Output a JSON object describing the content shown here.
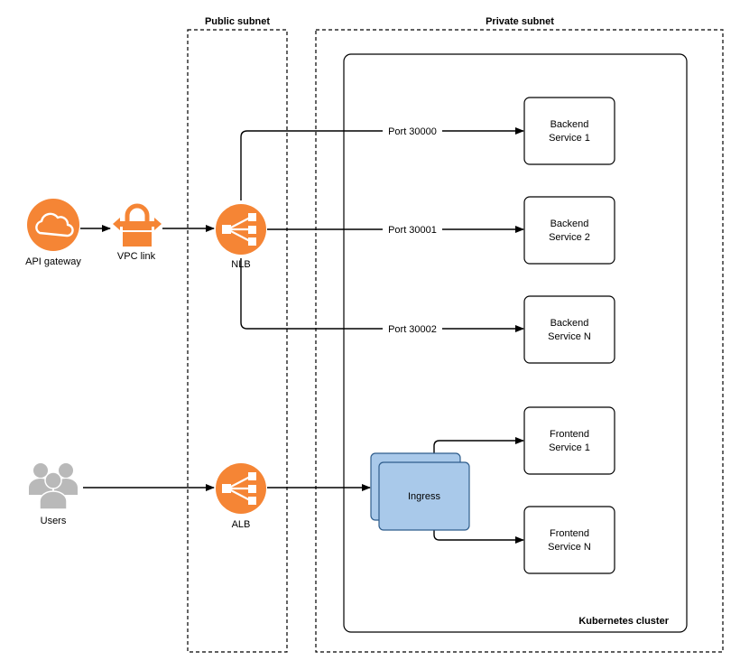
{
  "subnets": {
    "public": "Public subnet",
    "private": "Private subnet"
  },
  "cluster": {
    "label": "Kubernetes cluster"
  },
  "nodes": {
    "api_gateway": {
      "label": "API gateway",
      "icon": "cloud-icon"
    },
    "vpc_link": {
      "label": "VPC link",
      "icon": "lock-icon"
    },
    "nlb": {
      "label": "NLB",
      "icon": "load-balancer-icon"
    },
    "alb": {
      "label": "ALB",
      "icon": "load-balancer-icon"
    },
    "users": {
      "label": "Users",
      "icon": "users-icon"
    },
    "ingress": {
      "label": "Ingress"
    }
  },
  "services": {
    "backend_1": {
      "line1": "Backend",
      "line2": "Service 1"
    },
    "backend_2": {
      "line1": "Backend",
      "line2": "Service 2"
    },
    "backend_n": {
      "line1": "Backend",
      "line2": "Service N"
    },
    "frontend_1": {
      "line1": "Frontend",
      "line2": "Service 1"
    },
    "frontend_n": {
      "line1": "Frontend",
      "line2": "Service N"
    }
  },
  "ports": {
    "p0": "Port 30000",
    "p1": "Port 30001",
    "p2": "Port 30002"
  },
  "colors": {
    "aws_orange": "#f58535",
    "ingress_fill": "#a9c9ea",
    "ingress_stroke": "#2f5d8c",
    "user_gray": "#b9b9b9"
  }
}
